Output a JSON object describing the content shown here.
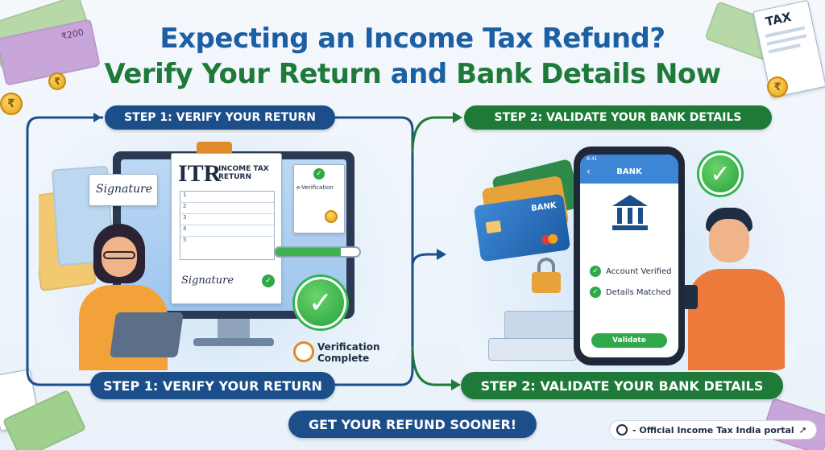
{
  "title": {
    "line1": "Expecting an Income Tax Refund?",
    "line2_part1": "Verify Your Return",
    "line2_and": "and",
    "line2_part2": "Bank Details Now"
  },
  "steps": {
    "step1_top": "STEP 1: VERIFY YOUR RETURN",
    "step1_bottom": "STEP 1: VERIFY YOUR RETURN",
    "step2_top": "STEP 2: VALIDATE YOUR BANK DETAILS",
    "step2_bottom": "STEP 2: VALIDATE YOUR BANK DETAILS"
  },
  "left_panel": {
    "itr_big": "ITR",
    "itr_line1": "INCOME TAX",
    "itr_line2": "RETURN",
    "signature": "Signature",
    "everification": "e-Verification",
    "verification_line1": "Verification",
    "verification_line2": "Complete",
    "row_numbers": [
      "1",
      "2",
      "3",
      "4",
      "5"
    ]
  },
  "right_panel": {
    "bank_header": "BANK",
    "card_label": "BANK",
    "account_verified": "Account Verified",
    "details_matched": "Details Matched",
    "validate_button": "Validate",
    "time": "8:41"
  },
  "decor": {
    "tax_label": "TAX",
    "note_value": "₹200",
    "rupee": "₹"
  },
  "cta": "GET YOUR REFUND SOONER!",
  "portal": "- Official Income Tax India portal",
  "colors": {
    "blue": "#1d5fa3",
    "green": "#1f7a3a",
    "pill_blue": "#1c4f8a"
  },
  "icons": [
    "globe-icon",
    "cursor-icon",
    "check-icon",
    "lock-icon",
    "bank-icon",
    "clock-icon",
    "rupee-coin-icon"
  ]
}
